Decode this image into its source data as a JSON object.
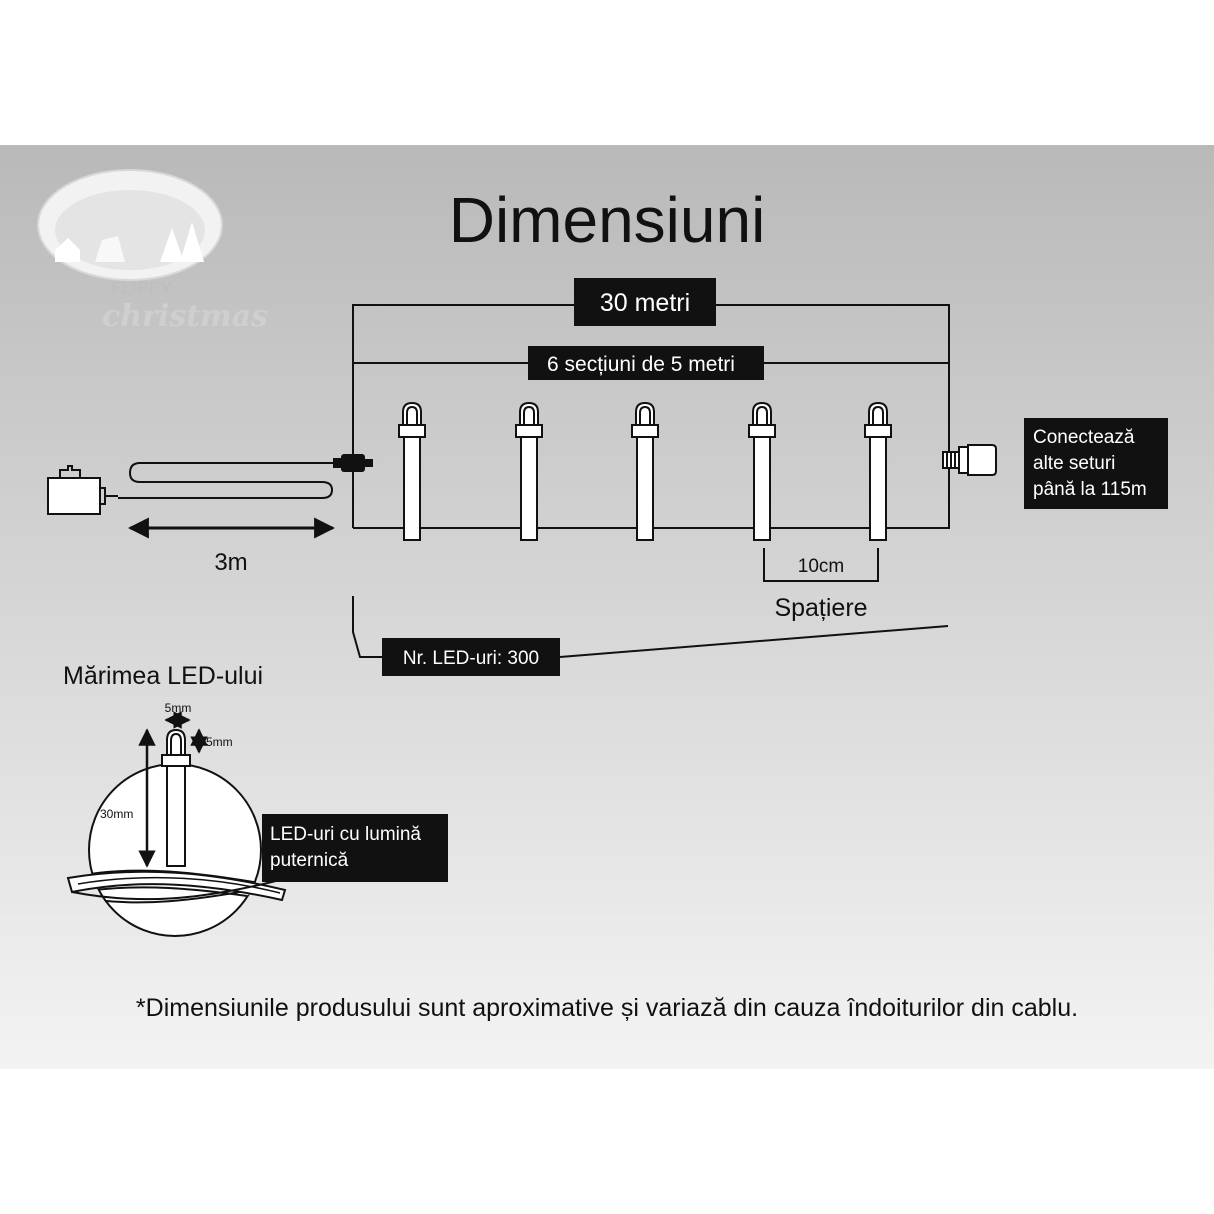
{
  "brand": {
    "line1": "FLIPPY",
    "line2": "christmas"
  },
  "title": "Dimensiuni",
  "labels": {
    "total_length": "30 metri",
    "sections": "6 secțiuni de 5 metri",
    "lead_cable": "3m",
    "connect": [
      "Conectează",
      "alte seturi",
      "până la 115m"
    ],
    "spacing_value": "10cm",
    "spacing_label": "Spațiere",
    "led_count": "Nr. LED-uri: 300"
  },
  "led_size": {
    "heading": "Mărimea LED-ului",
    "width": "5mm",
    "height": "5mm",
    "length": "30mm",
    "callout": [
      "LED-uri cu lumină",
      "puternică"
    ]
  },
  "footnote": "*Dimensiunile produsului sunt aproximative și variază din cauza îndoiturilor din cablu.",
  "colors": {
    "label_bg": "#111111",
    "label_text": "#ffffff",
    "line": "#111111"
  }
}
